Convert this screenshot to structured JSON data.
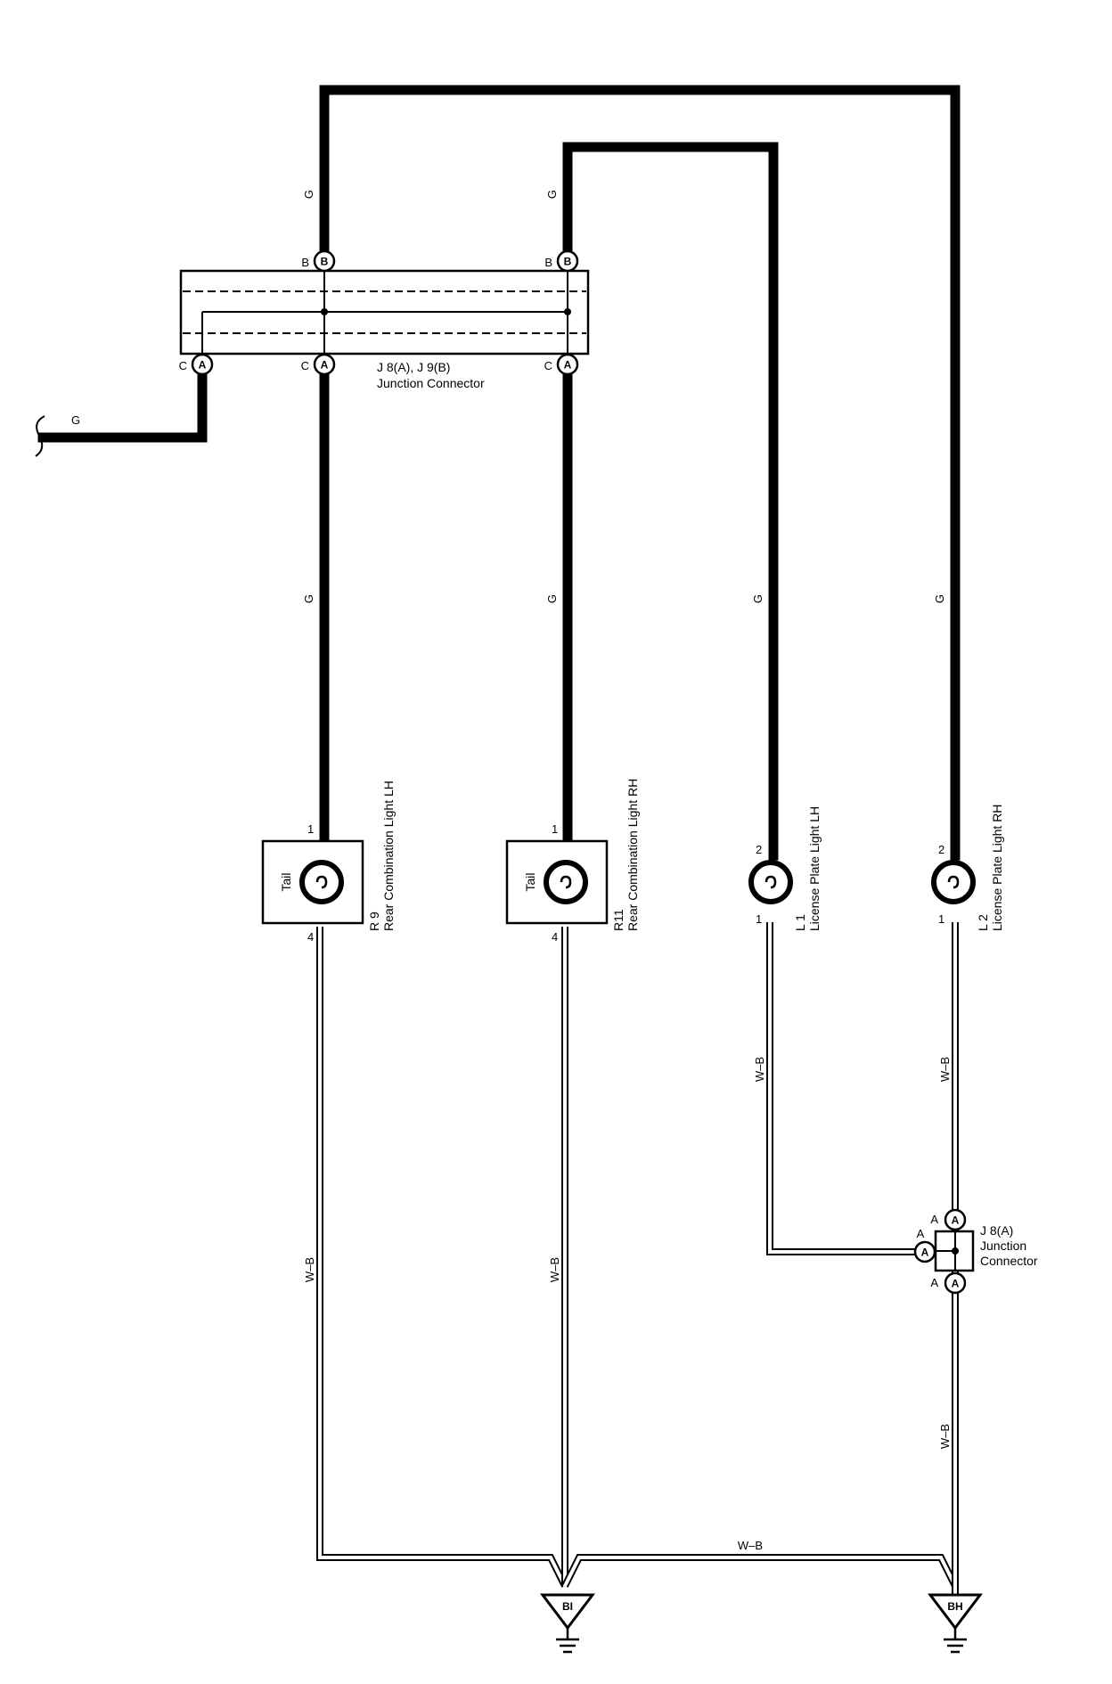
{
  "wire_colors": {
    "g": "G",
    "wb": "W–B"
  },
  "junction_main": {
    "line1": "J 8(A), J 9(B)",
    "line2": "Junction Connector",
    "cavity_b": "B",
    "cavity_a": "A",
    "terminal_b": "B",
    "terminal_c": "C"
  },
  "junction_small": {
    "line1": "J 8(A)",
    "line2": "Junction",
    "line3": "Connector",
    "cavity": "A",
    "terminal": "A"
  },
  "components": [
    {
      "code": "R 9",
      "name": "Rear Combination Light LH",
      "bulb": "Tail",
      "pin_top": "1",
      "pin_bottom": "4"
    },
    {
      "code": "R11",
      "name": "Rear Combination Light RH",
      "bulb": "Tail",
      "pin_top": "1",
      "pin_bottom": "4"
    },
    {
      "code": "L 1",
      "name": "License Plate Light LH",
      "pin_top": "2",
      "pin_bottom": "1"
    },
    {
      "code": "L 2",
      "name": "License Plate Light RH",
      "pin_top": "2",
      "pin_bottom": "1"
    }
  ],
  "grounds": [
    {
      "code": "BI"
    },
    {
      "code": "BH"
    }
  ],
  "colors": {
    "ink": "#000000",
    "paper": "#ffffff"
  }
}
